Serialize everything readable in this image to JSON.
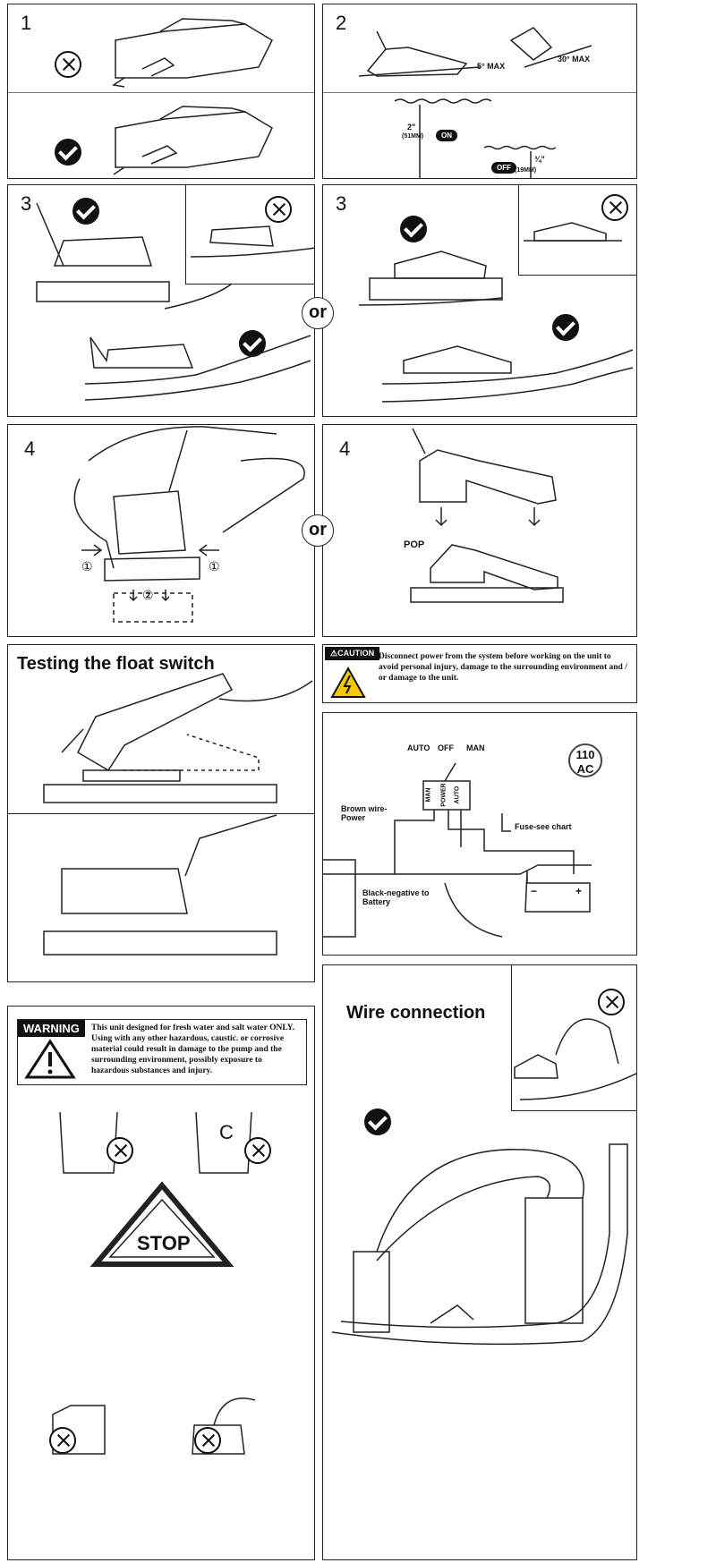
{
  "steps": {
    "step1": "1",
    "step2": "2",
    "step3a": "3",
    "step3b": "3",
    "step4a": "4",
    "step4b": "4"
  },
  "step2_labels": {
    "angle_5": "5° MAX",
    "angle_30": "30° MAX",
    "on_depth": "2\"",
    "on_depth_mm": "(51MM)",
    "on": "ON",
    "off": "OFF",
    "off_depth": "¾\"",
    "off_depth_mm": "(19MM)"
  },
  "or_label": "or",
  "step4_labels": {
    "one": "①",
    "two": "②",
    "pop": "POP"
  },
  "float_test": {
    "title": "Testing the float switch"
  },
  "caution": {
    "badge": "⚠CAUTION",
    "text": "Disconnect power from the system before working on the unit to avoid personal injury, damage to the surrounding environment and / or damage to the unit."
  },
  "wiring": {
    "auto": "AUTO",
    "off": "OFF",
    "man": "MAN",
    "sw_man": "MAN",
    "sw_power": "POWER",
    "sw_auto": "AUTO",
    "brown": "Brown wire-\nPower",
    "fuse": "Fuse-see chart",
    "black": "Black-negative to\nBattery",
    "ac_num": "110",
    "ac": "AC",
    "minus": "−",
    "plus": "+"
  },
  "warning": {
    "badge": "WARNING",
    "text": "This unit designed for fresh water and salt water ONLY. Using with any other hazardous, caustic. or corrosive material could result in damage to the pump and the surrounding environment, possibly exposure to hazardous substances and injury.",
    "stop": "STOP",
    "c_letter": "C"
  },
  "wire_connection": {
    "title": "Wire connection"
  },
  "colors": {
    "line": "#222222",
    "fill": "#111111"
  }
}
